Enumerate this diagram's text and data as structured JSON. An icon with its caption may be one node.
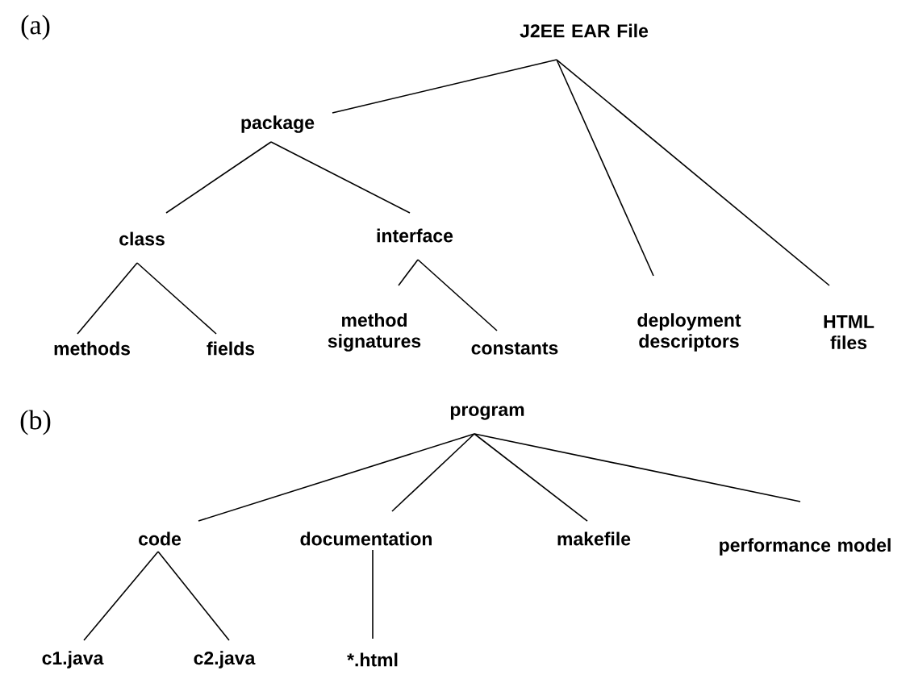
{
  "diagram": {
    "nodes": [
      {
        "text": [
          "J2EE EAR File"
        ]
      },
      {
        "text": [
          "package"
        ]
      },
      {
        "text": [
          "class"
        ]
      },
      {
        "text": [
          "interface"
        ]
      },
      {
        "text": [
          "methods"
        ]
      },
      {
        "text": [
          "fields"
        ]
      },
      {
        "text": [
          "method signatures"
        ]
      },
      {
        "text": [
          "constants"
        ]
      },
      {
        "text": [
          "deployment descriptors"
        ]
      },
      {
        "text": [
          "HTML files"
        ]
      },
      {
        "text": [
          "program"
        ]
      },
      {
        "text": [
          "code"
        ]
      },
      {
        "text": [
          "documentation"
        ]
      },
      {
        "text": [
          "makefile"
        ]
      },
      {
        "text": [
          "performance model"
        ]
      },
      {
        "text": [
          "c1.java"
        ]
      },
      {
        "text": [
          "c2.java"
        ]
      },
      {
        "text": [
          "*.html"
        ]
      }
    ],
    "edges": [
      {
        "from": 0,
        "to": 1,
        "arrow": "none"
      },
      {
        "from": 0,
        "to": 8,
        "arrow": "none"
      },
      {
        "from": 0,
        "to": 9,
        "arrow": "none"
      },
      {
        "from": 1,
        "to": 2,
        "arrow": "none"
      },
      {
        "from": 1,
        "to": 3,
        "arrow": "none"
      },
      {
        "from": 2,
        "to": 4,
        "arrow": "none"
      },
      {
        "from": 2,
        "to": 5,
        "arrow": "none"
      },
      {
        "from": 3,
        "to": 6,
        "arrow": "none"
      },
      {
        "from": 3,
        "to": 7,
        "arrow": "none"
      },
      {
        "from": 10,
        "to": 11,
        "arrow": "none"
      },
      {
        "from": 10,
        "to": 12,
        "arrow": "none"
      },
      {
        "from": 10,
        "to": 13,
        "arrow": "none"
      },
      {
        "from": 10,
        "to": 14,
        "arrow": "none"
      },
      {
        "from": 11,
        "to": 15,
        "arrow": "none"
      },
      {
        "from": 11,
        "to": 16,
        "arrow": "none"
      },
      {
        "from": 12,
        "to": 17,
        "arrow": "none"
      }
    ],
    "labels": [
      "(a)",
      "(b)"
    ]
  }
}
